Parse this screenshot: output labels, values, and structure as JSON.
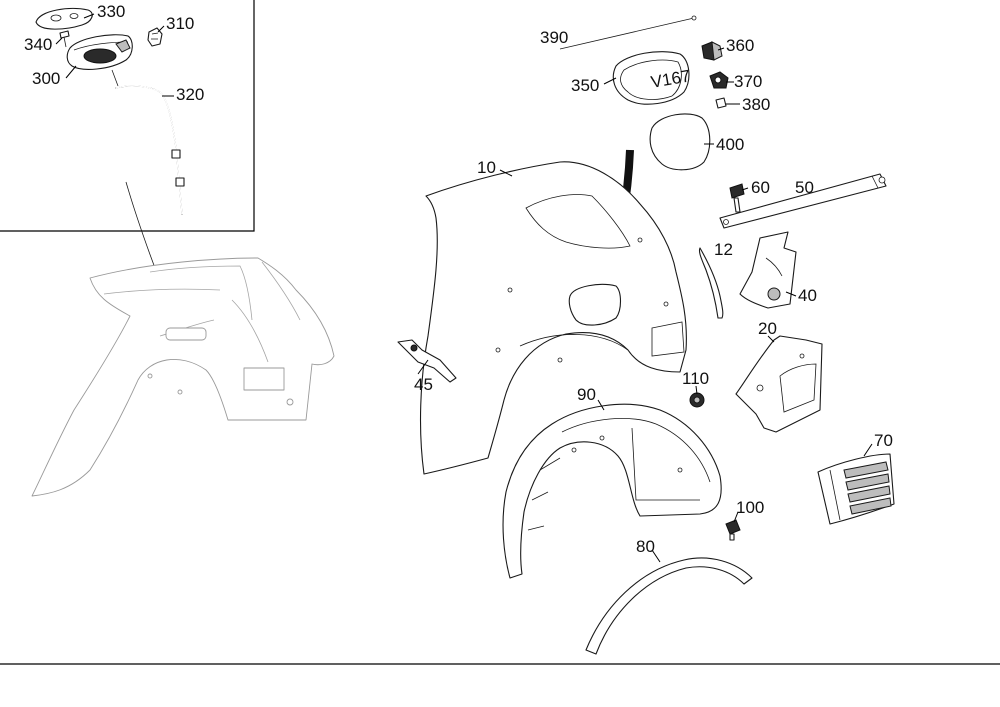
{
  "callouts": {
    "p330": "330",
    "p310": "310",
    "p340": "340",
    "p300": "300",
    "p320": "320",
    "p390": "390",
    "p360": "360",
    "p350": "350",
    "p370": "370",
    "p380": "380",
    "p400": "400",
    "p10": "10",
    "p60": "60",
    "p50": "50",
    "p12": "12",
    "p40": "40",
    "p45": "45",
    "p20": "20",
    "p110": "110",
    "p90": "90",
    "p70": "70",
    "p100": "100",
    "p80": "80"
  },
  "stamped_text": {
    "fuel_flap_marking": "V167"
  }
}
